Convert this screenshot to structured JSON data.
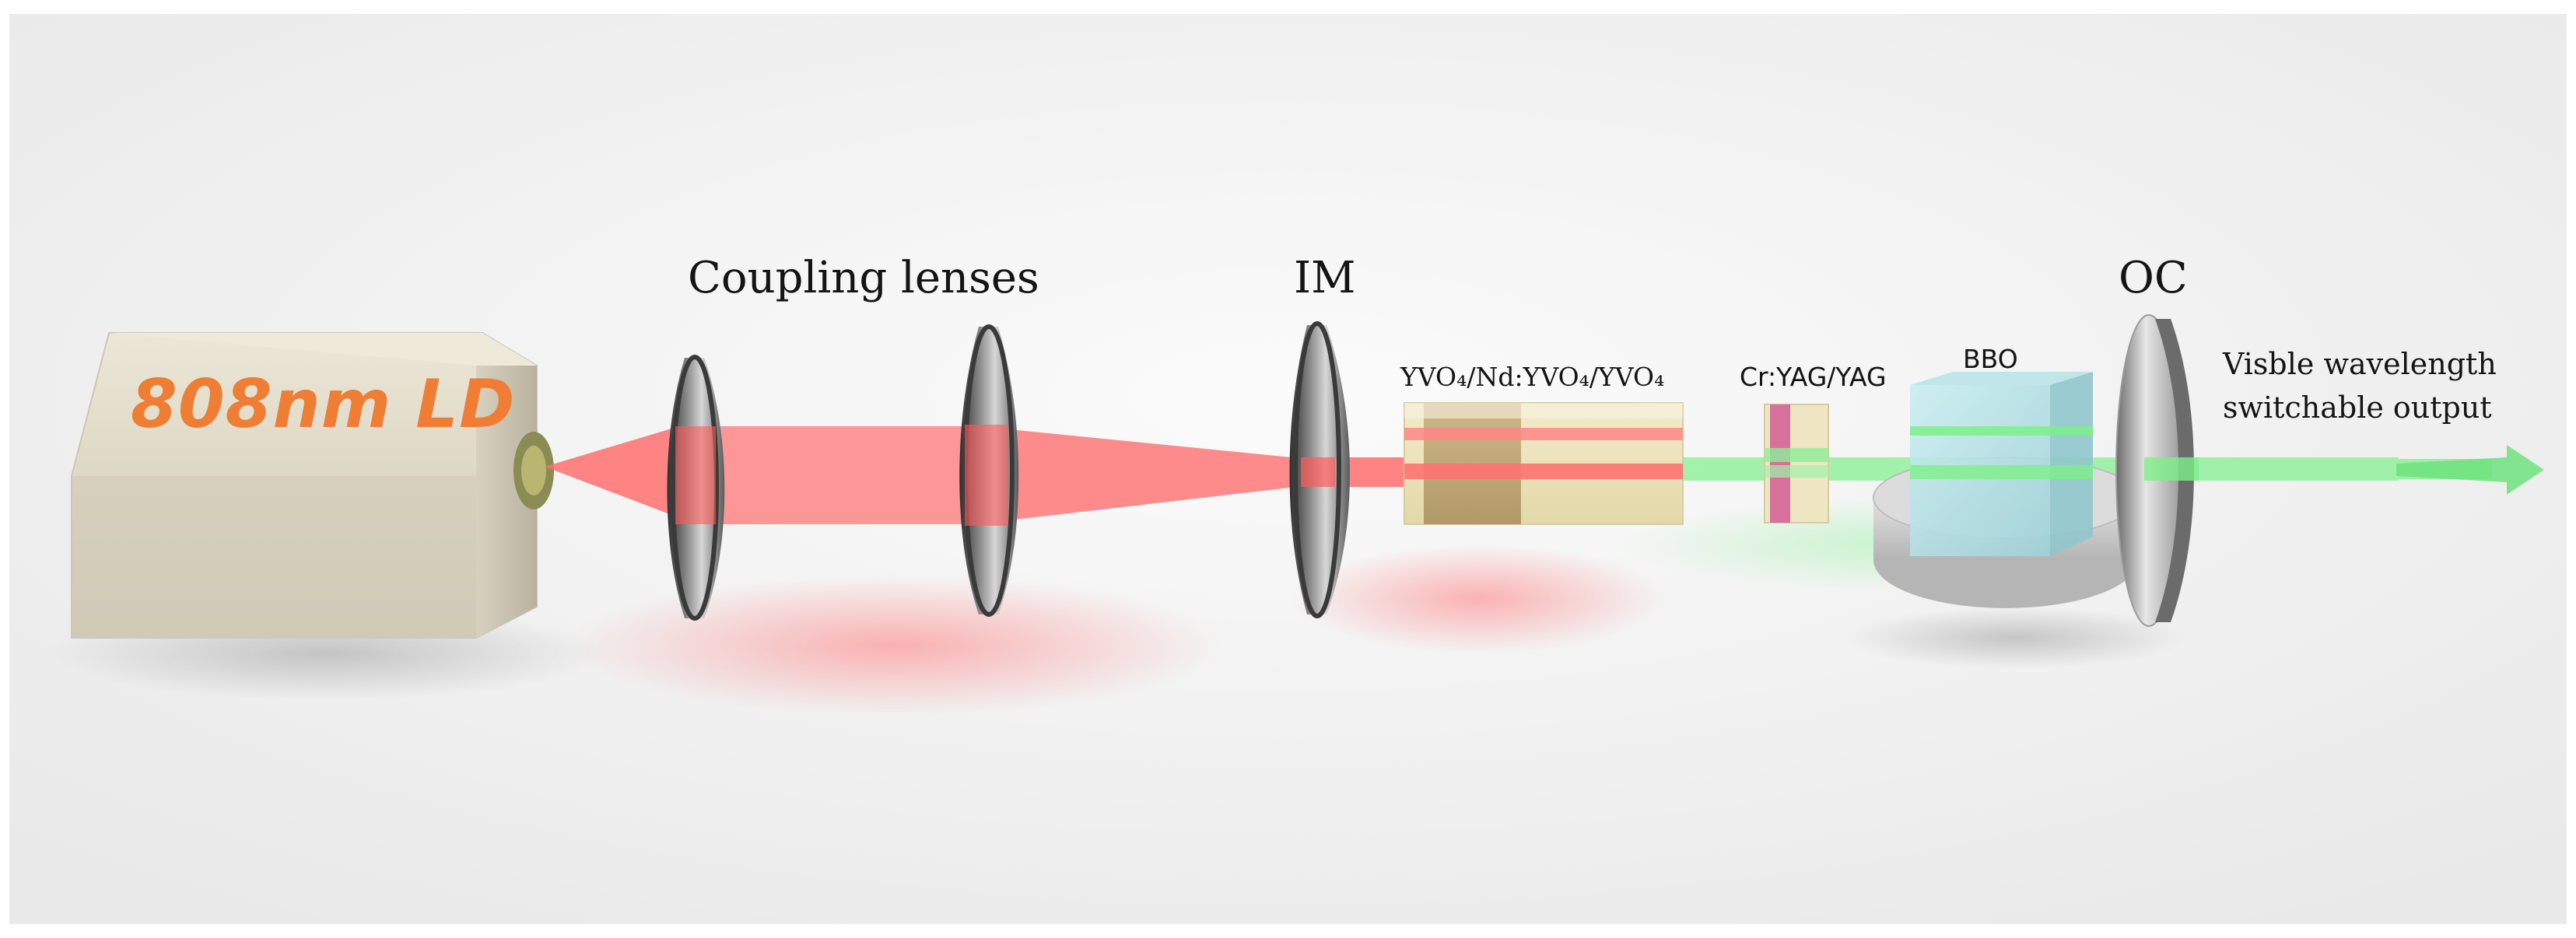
{
  "labels": {
    "laser_diode": "808nm LD",
    "coupling_lenses": "Coupling lenses",
    "input_mirror": "IM",
    "gain_crystal": "YVO₄/Nd:YVO₄/YVO₄",
    "saturable_absorber": "Cr:YAG/YAG",
    "nonlinear_crystal": "BBO",
    "output_coupler": "OC",
    "output_line1": "Visble wavelength",
    "output_line2": "switchable output"
  },
  "colors": {
    "background": "#ffffff",
    "pump_beam": "#ff6f6f",
    "visible_beam": "#7df08a",
    "ld_body": "#ece5d3",
    "ld_label": "#ef7d33",
    "absorber_stripe": "#d25c95",
    "bbo_crystal": "#aee2e6",
    "mount": "#c9c9c9"
  }
}
